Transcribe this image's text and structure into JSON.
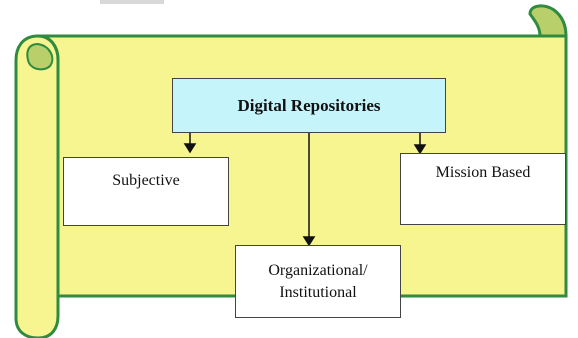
{
  "diagram": {
    "root": {
      "label": "Digital Repositories"
    },
    "children": [
      {
        "id": "subjective",
        "label": "Subjective"
      },
      {
        "id": "mission",
        "label": "Mission Based"
      },
      {
        "id": "org",
        "lines": [
          "Organizational/",
          "Institutional"
        ]
      }
    ]
  },
  "colors": {
    "scroll_fill": "#f7f58f",
    "scroll_border": "#2e8b3f",
    "scroll_curl": "#b8cf6a",
    "root_fill": "#c6f4fb",
    "child_fill": "#ffffff",
    "connector": "#111111"
  }
}
